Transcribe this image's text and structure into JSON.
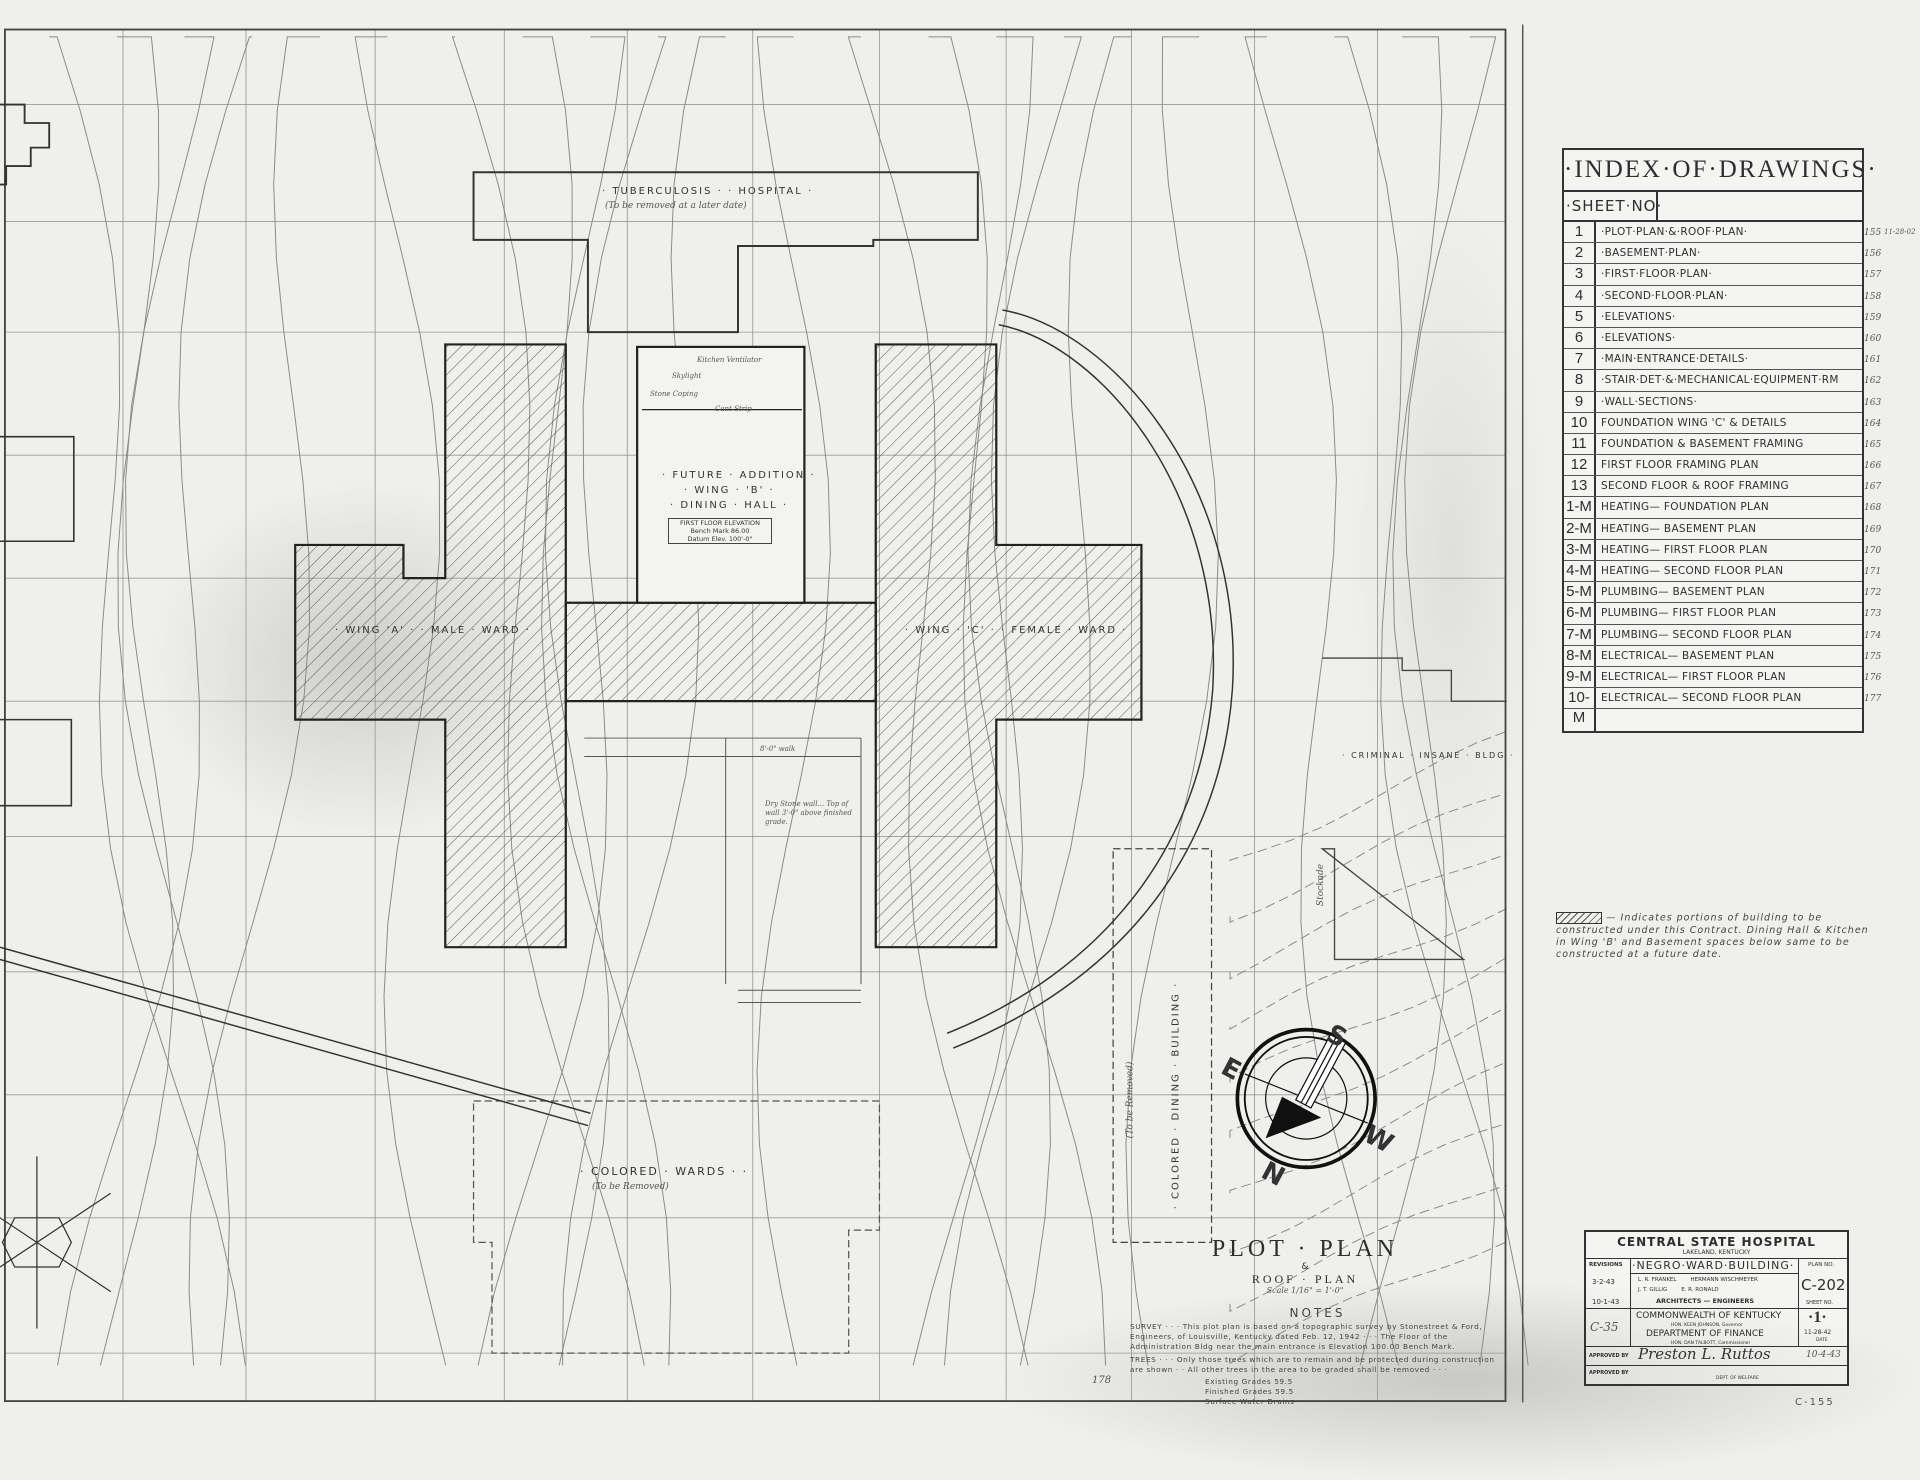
{
  "drawing": {
    "title": "PLOT · PLAN",
    "ampersand": "&",
    "subtitle": "ROOF · PLAN",
    "scale": "Scale 1/16\" = 1'-0\"",
    "labels": {
      "tb_hospital": "· TUBERCULOSIS · · HOSPITAL ·",
      "tb_hospital_note": "(To be removed at a later date)",
      "future_addition": "· FUTURE · ADDITION ·",
      "wing_b": "· WING · 'B' ·",
      "dining_hall": "· DINING · HALL ·",
      "first_floor_elev": "FIRST FLOOR ELEVATION",
      "bench_mark": "Bench Mark 86.00",
      "datum": "Datum Elev. 100'-0\"",
      "wing_a": "· WING 'A' · · MALE · WARD ·",
      "wing_c": "· WING · 'C' · · FEMALE · WARD ·",
      "skylight": "Skylight",
      "kitchen_ventilator": "Kitchen Ventilator",
      "stone_coping": "Stone Coping",
      "cant_strip": "Cant Strip",
      "walk": "8'-0\" walk",
      "dry_stone_wall": "Dry Stone wall... Top of wall 3'-0\" above finished grade.",
      "colored_wards": "· COLORED · WARDS · ·",
      "colored_wards_note": "(To be Removed)",
      "colored_dining": "· COLORED · DINING · BUILDING ·",
      "colored_dining_note": "(To be Removed)",
      "criminal_insane": "· CRIMINAL · INSANE · BLDG ·",
      "stockade": "Stockade"
    },
    "compass": {
      "n": "N",
      "s": "S",
      "e": "E",
      "w": "W"
    }
  },
  "notes": {
    "heading": "NOTES",
    "survey": "SURVEY · · · This plot plan is based on a topographic survey by Stonestreet & Ford, Engineers, of Louisville, Kentucky dated Feb. 12, 1942 · · · The Floor of the Administration Bldg near the main entrance is Elevation 100.00 Bench Mark.",
    "trees": "TREES · · · Only those trees which are to remain and be protected during construction are shown · · All other trees in the area to be graded shall be removed · · ·",
    "existing_grades": "Existing Grades 59.5",
    "finished_grades": "Finished Grades 59.5",
    "surface_drains": "Surface Water Drains",
    "margin_number": "178"
  },
  "index": {
    "title": "·INDEX·OF·DRAWINGS·",
    "sheet_header": "·SHEET·NO·",
    "date_note": "11-28-02",
    "rows": [
      {
        "no": "1",
        "title": "·PLOT·PLAN·&·ROOF·PLAN·",
        "ref": "155"
      },
      {
        "no": "2",
        "title": "·BASEMENT·PLAN·",
        "ref": "156"
      },
      {
        "no": "3",
        "title": "·FIRST·FLOOR·PLAN·",
        "ref": "157"
      },
      {
        "no": "4",
        "title": "·SECOND·FLOOR·PLAN·",
        "ref": "158"
      },
      {
        "no": "5",
        "title": "·ELEVATIONS·",
        "ref": "159"
      },
      {
        "no": "6",
        "title": "·ELEVATIONS·",
        "ref": "160"
      },
      {
        "no": "7",
        "title": "·MAIN·ENTRANCE·DETAILS·",
        "ref": "161"
      },
      {
        "no": "8",
        "title": "·STAIR·DET·&·MECHANICAL·EQUIPMENT·RM",
        "ref": "162"
      },
      {
        "no": "9",
        "title": "·WALL·SECTIONS·",
        "ref": "163"
      },
      {
        "no": "10",
        "title": "FOUNDATION WING 'C' & DETAILS",
        "ref": "164"
      },
      {
        "no": "11",
        "title": "FOUNDATION & BASEMENT FRAMING",
        "ref": "165"
      },
      {
        "no": "12",
        "title": "FIRST FLOOR FRAMING PLAN",
        "ref": "166"
      },
      {
        "no": "13",
        "title": "SECOND FLOOR & ROOF FRAMING",
        "ref": "167"
      },
      {
        "no": "1-M",
        "title": "HEATING— FOUNDATION PLAN",
        "ref": "168"
      },
      {
        "no": "2-M",
        "title": "HEATING— BASEMENT PLAN",
        "ref": "169"
      },
      {
        "no": "3-M",
        "title": "HEATING— FIRST FLOOR PLAN",
        "ref": "170"
      },
      {
        "no": "4-M",
        "title": "HEATING— SECOND FLOOR PLAN",
        "ref": "171"
      },
      {
        "no": "5-M",
        "title": "PLUMBING— BASEMENT PLAN",
        "ref": "172"
      },
      {
        "no": "6-M",
        "title": "PLUMBING— FIRST FLOOR PLAN",
        "ref": "173"
      },
      {
        "no": "7-M",
        "title": "PLUMBING— SECOND FLOOR PLAN",
        "ref": "174"
      },
      {
        "no": "8-M",
        "title": "ELECTRICAL— BASEMENT PLAN",
        "ref": "175"
      },
      {
        "no": "9-M",
        "title": "ELECTRICAL— FIRST FLOOR PLAN",
        "ref": "176"
      },
      {
        "no": "10-M",
        "title": "ELECTRICAL— SECOND FLOOR PLAN",
        "ref": "177"
      }
    ]
  },
  "legend": {
    "text": "— Indicates portions of building to be constructed under this Contract. Dining Hall & Kitchen in Wing 'B' and Basement spaces below same to be constructed at a future date."
  },
  "title_block": {
    "institution": "CENTRAL STATE HOSPITAL",
    "location": "LAKELAND, KENTUCKY",
    "revisions_label": "REVISIONS",
    "building": "·NEGRO·WARD·BUILDING·",
    "plan_no_label": "PLAN NO.",
    "plan_no": "C-202",
    "rev1": "3-2-43",
    "rev2": "10-1-43",
    "rev3": "C-35",
    "architects_line1": "L. R. FRANKEL        HERMANN WISCHMEYER",
    "architects_line2": "J. T. GILLIG        E. R. RONALD",
    "architects_role": "ARCHITECTS — ENGINEERS",
    "sheet_no_label": "SHEET NO.",
    "sheet_no": "·1·",
    "commonwealth": "COMMONWEALTH OF KENTUCKY",
    "governor": "HON. KEEN JOHNSON, Governor",
    "department": "DEPARTMENT OF FINANCE",
    "commissioner": "HON. DAN TALBOTT, Commissioner",
    "date": "11-28-42",
    "date_label": "DATE",
    "approved_by_1": "APPROVED BY",
    "approved_signature": "Preston L. Ruttos",
    "approved_date": "10-4-43",
    "approved_by_2": "APPROVED BY",
    "dept_welfare": "DEPT. OF WELFARE",
    "catalog_no": "C-155"
  },
  "colors": {
    "paper": "#efefec",
    "ink": "#2e2e2e",
    "grid": "#9a9a9a"
  }
}
